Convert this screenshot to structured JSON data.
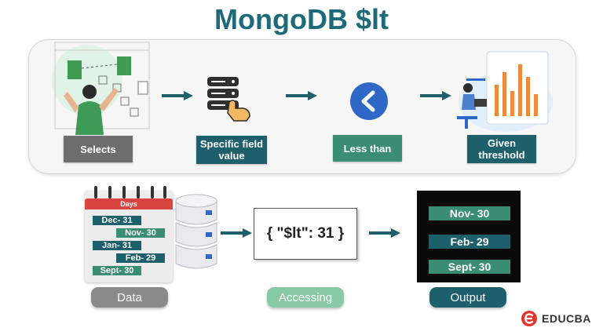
{
  "title": "MongoDB $lt",
  "steps": [
    {
      "label": "Selects",
      "color": "#6d6d6d"
    },
    {
      "label": "Specific field value",
      "line1": "Specific field",
      "line2": "value",
      "color": "#1d5f6b"
    },
    {
      "label": "Less than",
      "color": "#3a8c73"
    },
    {
      "label": "Given threshold",
      "line1": "Given",
      "line2": "threshold",
      "color": "#1d5f6b"
    }
  ],
  "calendar": {
    "header": "Days",
    "rows": [
      "Dec- 31",
      "Nov- 30",
      "Jan- 31",
      "Feb- 29",
      "Sept- 30"
    ]
  },
  "query": "{ \"$lt\": 31 }",
  "output_rows": [
    "Nov- 30",
    "Feb- 29",
    "Sept- 30"
  ],
  "bottom_labels": {
    "data": "Data",
    "accessing": "Accessing",
    "output": "Output"
  },
  "brand": "EDUCBA",
  "colors": {
    "title": "#1d6a7a",
    "arrow": "#1d5f6b",
    "teal": "#1d5f6b",
    "green": "#3a8c73",
    "gray": "#7a7a7a",
    "calendar_red": "#d9463f",
    "accessing_green": "#86c9a4",
    "output_teal": "#1d5f6b"
  }
}
